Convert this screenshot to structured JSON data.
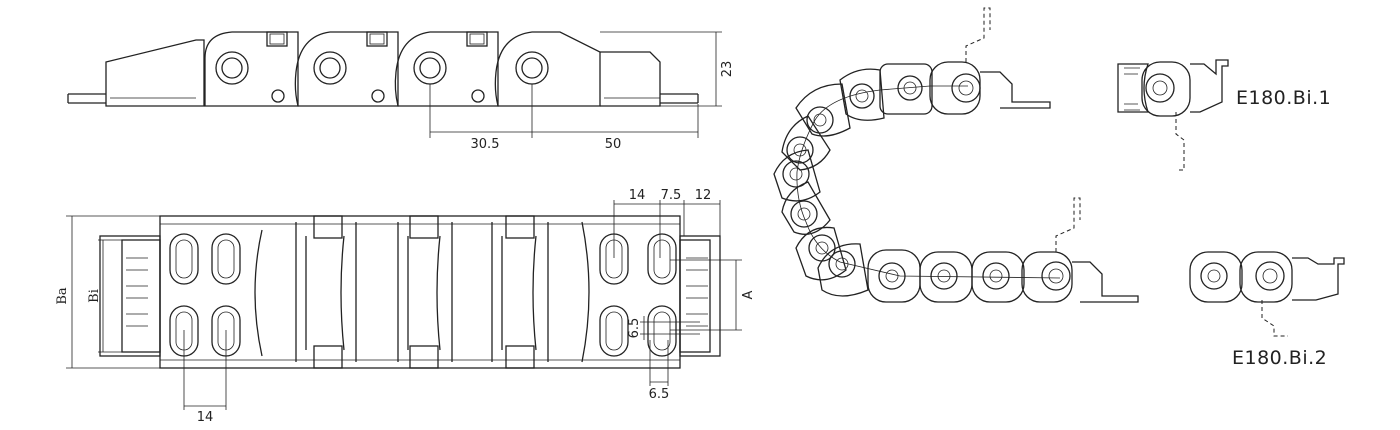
{
  "side_view": {
    "dims": {
      "height": "23",
      "pitch": "30.5",
      "end_length": "50"
    }
  },
  "top_view": {
    "dims": {
      "outer_width": "Ba",
      "inner_width": "Bi",
      "hole_spacing": "14",
      "top_spacing": "14",
      "top_offset": "7.5",
      "end_offset": "12",
      "hole_width": "6.5",
      "hole_height": "6.5",
      "mount_width": "A"
    }
  },
  "variants": [
    {
      "id": "E180.Bi.1"
    },
    {
      "id": "E180.Bi.2"
    }
  ]
}
